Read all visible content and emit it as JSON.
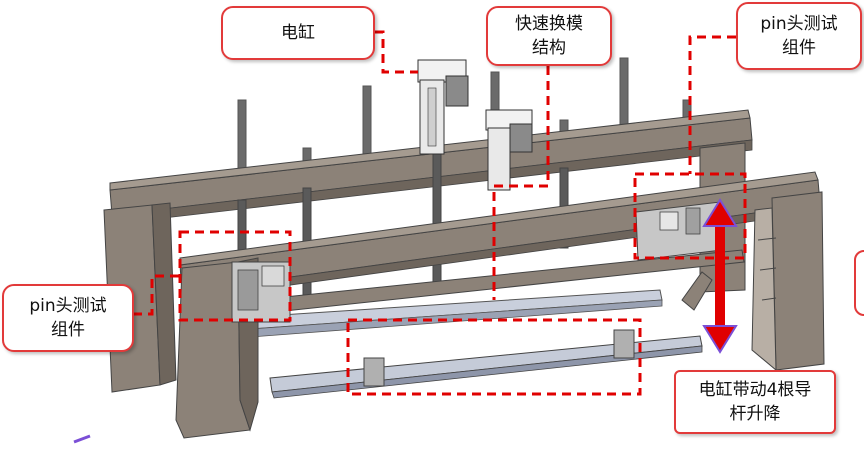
{
  "callouts": {
    "electric_cylinder": "电缸",
    "quick_change": {
      "line1": "快速换模",
      "line2": "结构"
    },
    "pin_test_right": {
      "line1": "pin头测试",
      "line2": "组件"
    },
    "pin_test_left": {
      "line1": "pin头测试",
      "line2": "组件"
    },
    "lift_note": {
      "line1": "电缸带动4根导",
      "line2": "杆升降"
    }
  },
  "colors": {
    "callout_border": "#e23a3a",
    "dashed_lines": "#e00000",
    "beam": "#8c8278",
    "beam_top": "#a59b90",
    "rod": "#5a5a5a",
    "rail": "#c5cbd8",
    "arrow": "#e00000",
    "arrow_tip": "#7b4fd6"
  },
  "icons": [
    "double-arrow-icon"
  ]
}
